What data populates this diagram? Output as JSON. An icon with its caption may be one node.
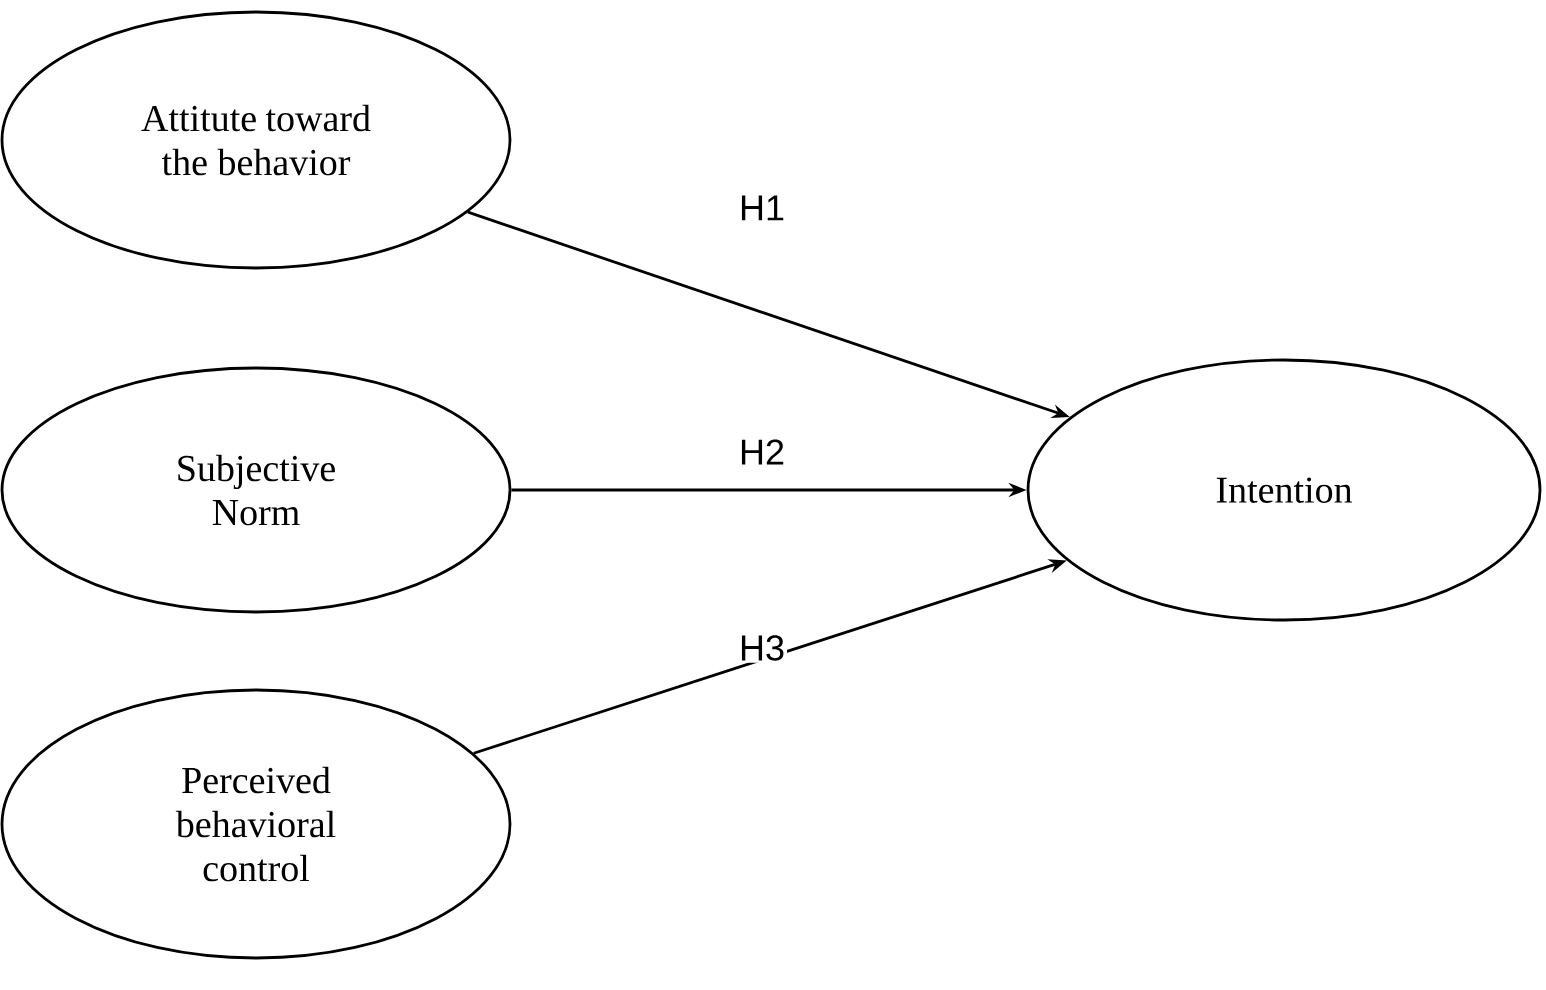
{
  "diagram": {
    "nodes": [
      {
        "text": [
          "Attitute toward the behavior"
        ]
      },
      {
        "text": [
          "Subjective Norm"
        ]
      },
      {
        "text": [
          "Perceived behavioral control"
        ]
      },
      {
        "text": [
          "Intention"
        ]
      }
    ],
    "edges": [
      {
        "from": 0,
        "to": 3,
        "arrow": "to",
        "label": "H1"
      },
      {
        "from": 1,
        "to": 3,
        "arrow": "to",
        "label": "H2"
      },
      {
        "from": 2,
        "to": 3,
        "arrow": "to",
        "label": "H3"
      }
    ]
  }
}
